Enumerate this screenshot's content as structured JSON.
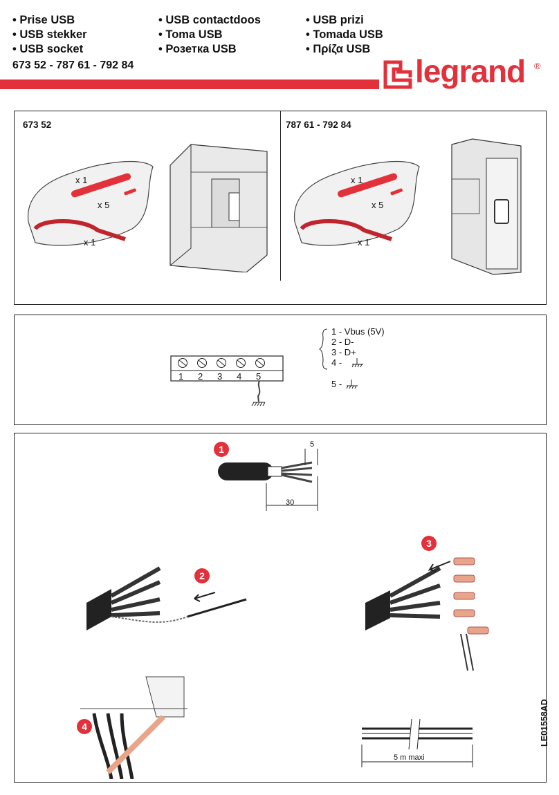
{
  "header": {
    "col1": [
      "Prise USB",
      "USB stekker",
      "USB socket"
    ],
    "col2": [
      "USB contactdoos",
      "Toma USB",
      "Розетка USB"
    ],
    "col3": [
      "USB prizi",
      "Tomada USB",
      "Πρίζα USB"
    ],
    "refs": "673 52 - 787 61 - 792 84",
    "brand": "legrand",
    "reg": "®"
  },
  "panel1": {
    "left_label": "673 52",
    "right_label": "787 61 - 792 84",
    "qty_a": "x 1",
    "qty_b": "x 5",
    "qty_c": "x 1"
  },
  "panel2": {
    "terminals": [
      "1",
      "2",
      "3",
      "4",
      "5"
    ],
    "legend": [
      "1 - Vbus (5V)",
      "2 - D-",
      "3 - D+",
      "4 -",
      "5 -"
    ]
  },
  "panel3": {
    "steps": [
      "1",
      "2",
      "3",
      "4"
    ],
    "dim_5": "5",
    "dim_30": "30",
    "max_length": "5 m maxi"
  },
  "doc_ref": "LE01558AD",
  "colors": {
    "accent": "#e2313b",
    "copper": "#e8a58a"
  }
}
